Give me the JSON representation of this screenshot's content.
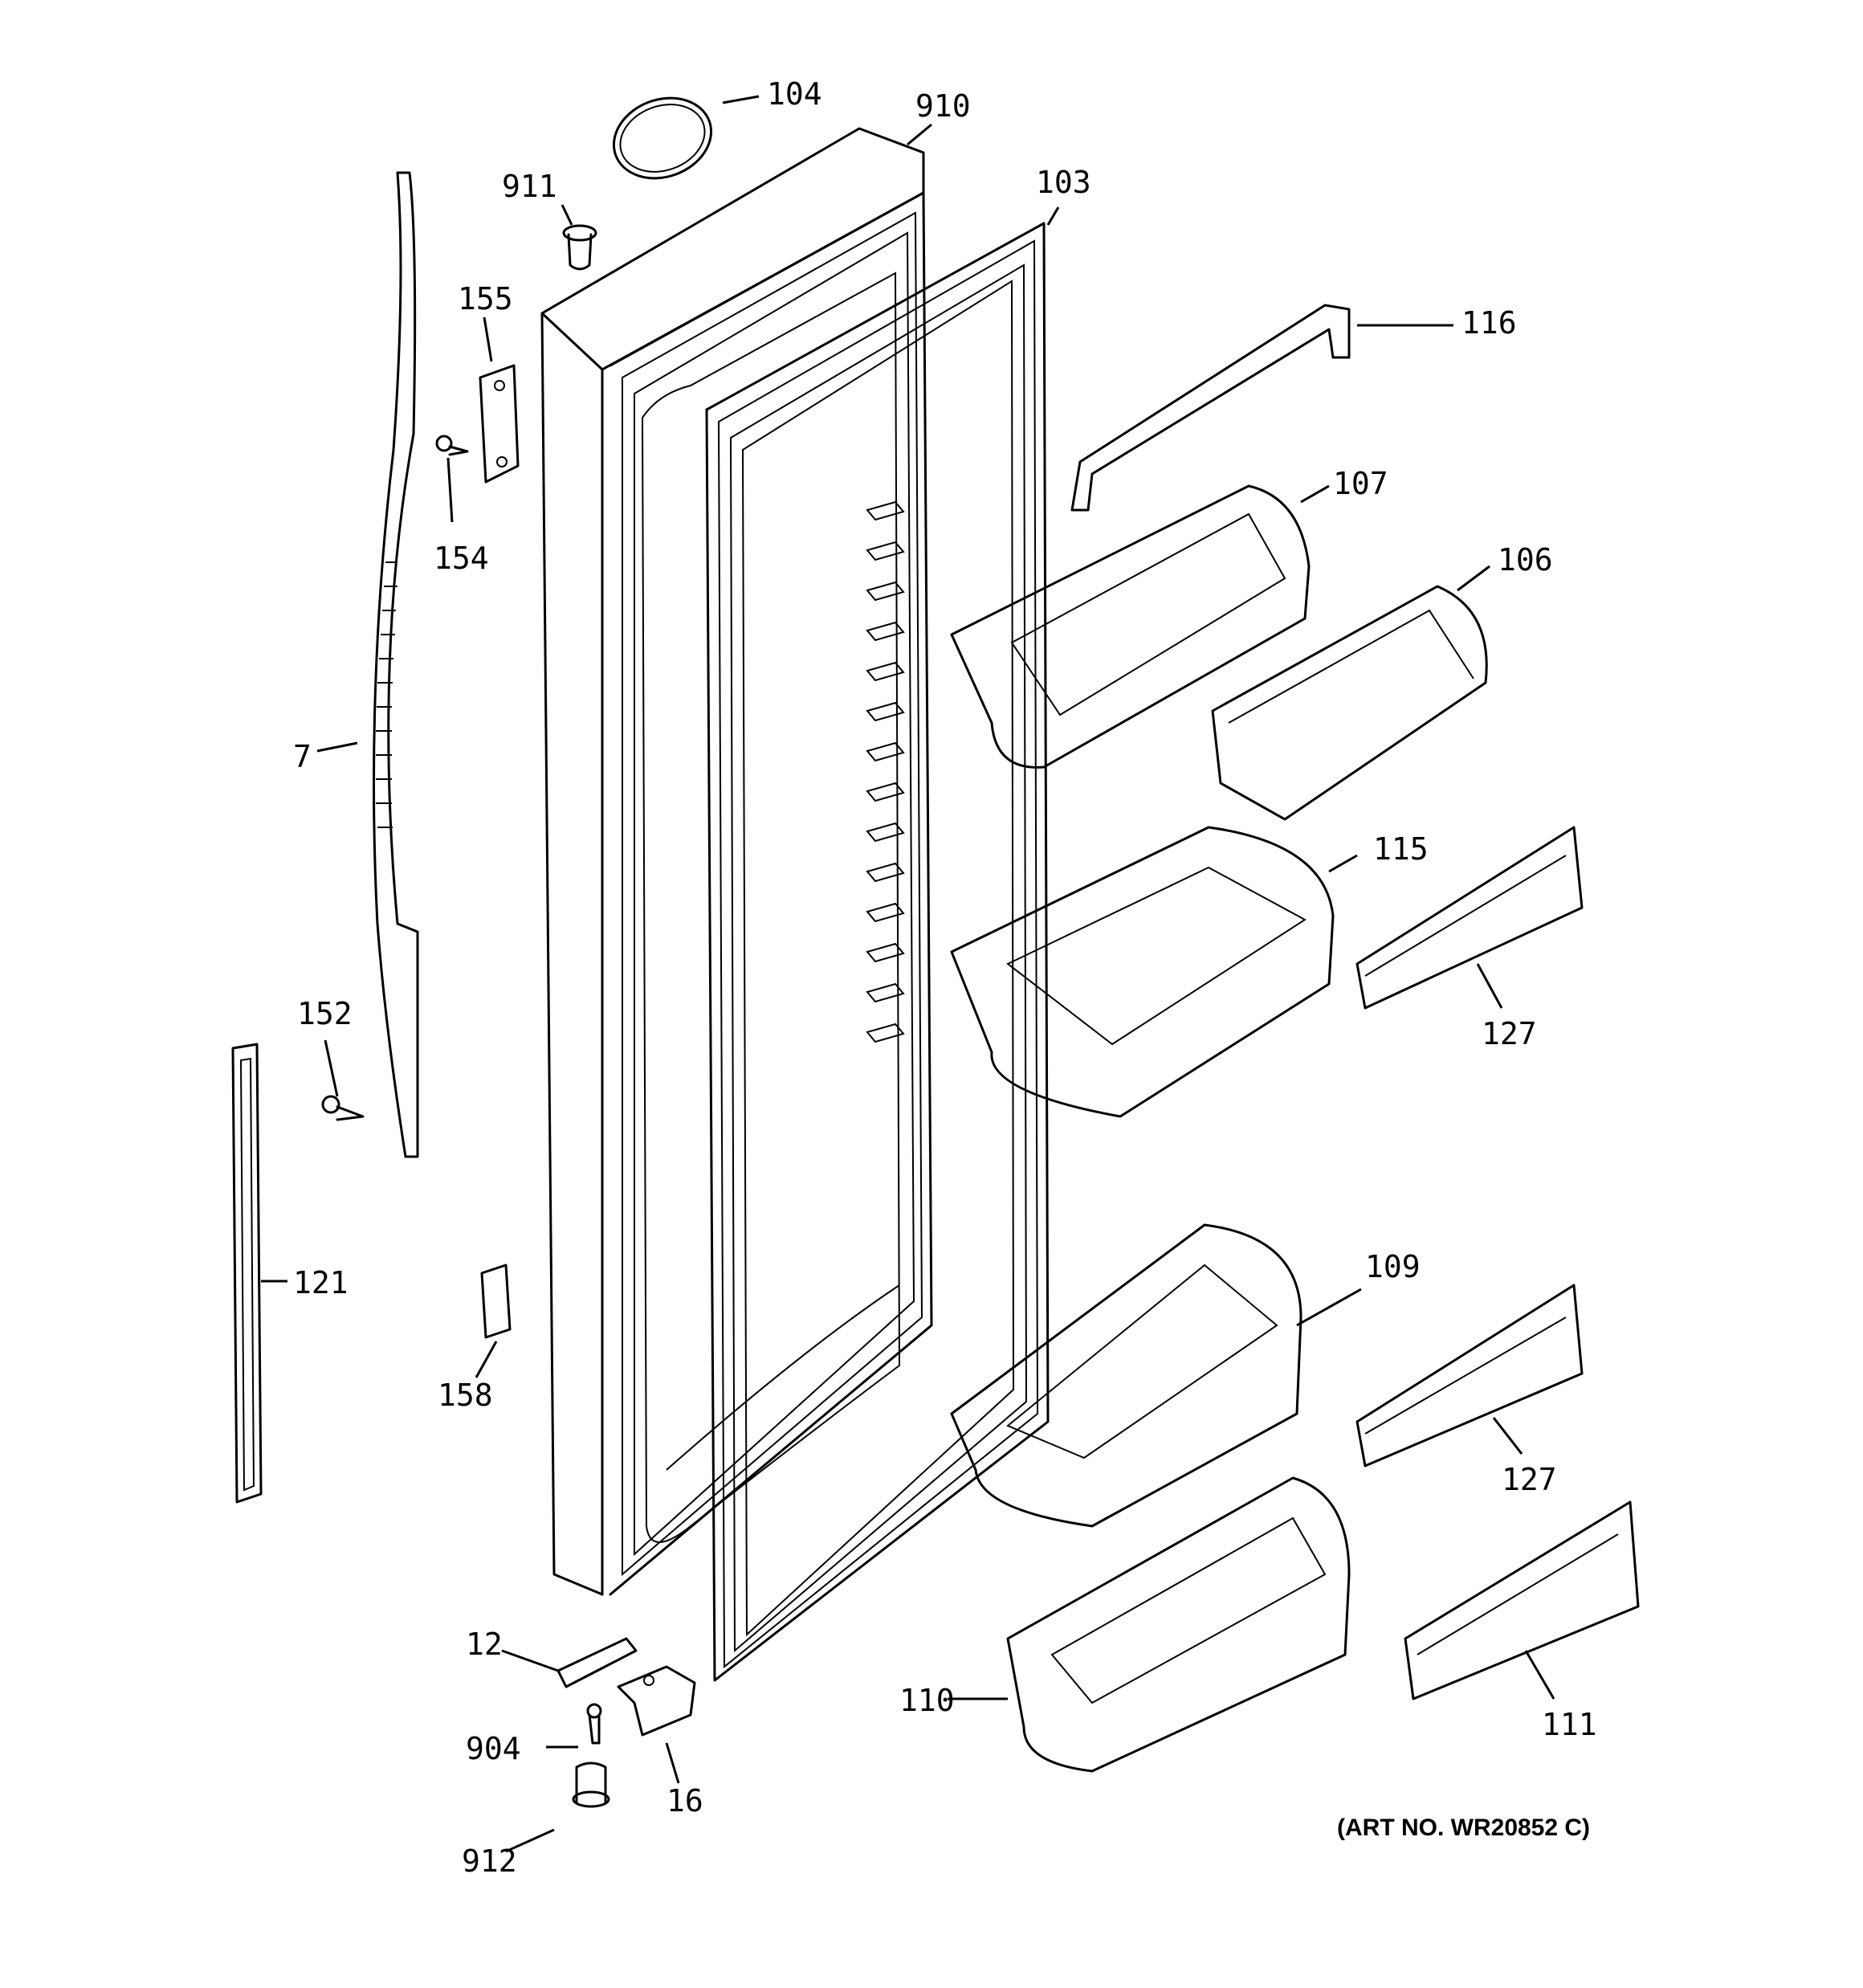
{
  "labels": {
    "p104": "104",
    "p910": "910",
    "p911": "911",
    "p103": "103",
    "p116": "116",
    "p155": "155",
    "p154": "154",
    "p107": "107",
    "p106": "106",
    "p7": "7",
    "p115": "115",
    "p152": "152",
    "p127a": "127",
    "p121": "121",
    "p109": "109",
    "p158": "158",
    "p127b": "127",
    "p12": "12",
    "p110": "110",
    "p904": "904",
    "p16": "16",
    "p111": "111",
    "p912": "912"
  },
  "art_number": "(ART NO. WR20852 C)"
}
